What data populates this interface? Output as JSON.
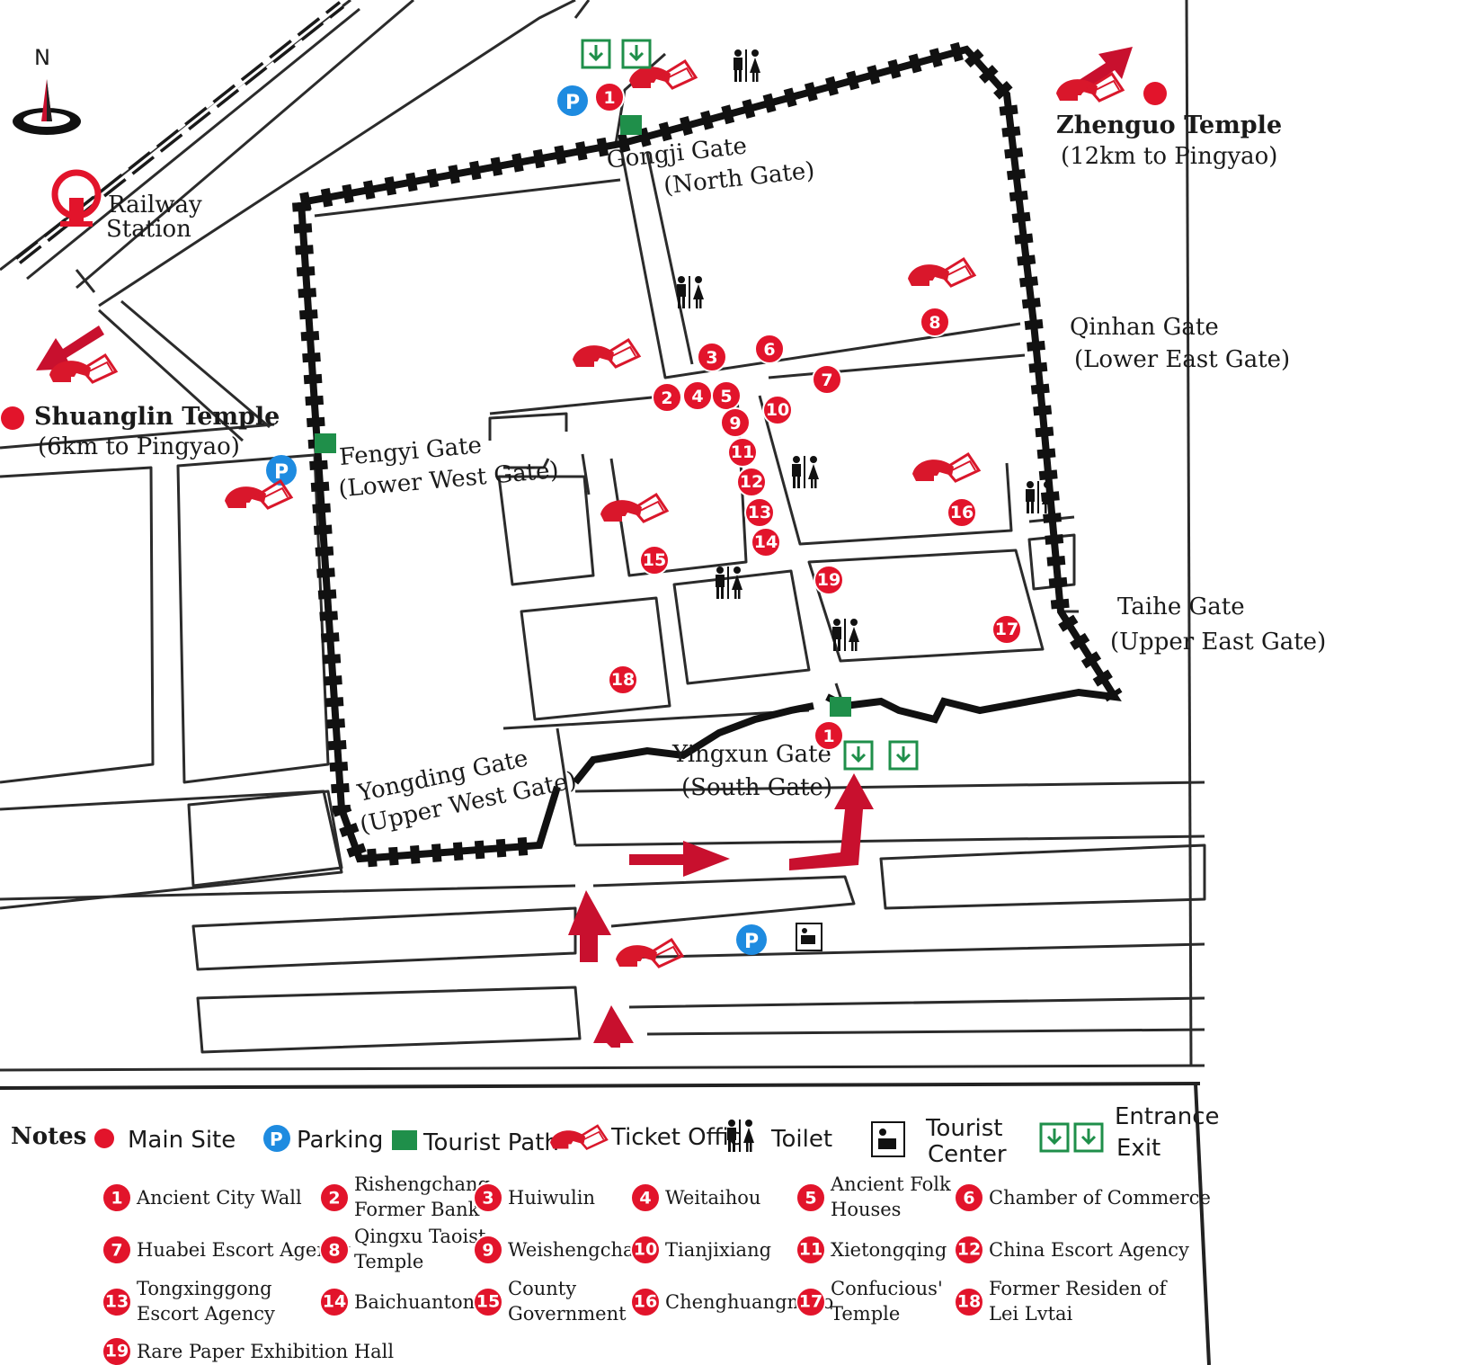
{
  "compass": {
    "north_label": "N"
  },
  "places": {
    "railway_station": [
      "Railway",
      "Station"
    ],
    "zhenguo": {
      "name": "Zhenguo Temple",
      "distance": "(12km to Pingyao)"
    },
    "shuanglin": {
      "name": "Shuanglin Temple",
      "distance": "(6km to Pingyao)"
    }
  },
  "gates": {
    "gongji": [
      "Gongji Gate",
      "(North Gate)"
    ],
    "qinhan": [
      "Qinhan Gate",
      "(Lower East Gate)"
    ],
    "fengyi": [
      "Fengyi Gate",
      "(Lower West Gate)"
    ],
    "taihe": [
      "Taihe Gate",
      "(Upper East Gate)"
    ],
    "yongding": [
      "Yongding Gate",
      "(Upper West Gate)"
    ],
    "yingxun": [
      "Yingxun Gate",
      "(South Gate)"
    ]
  },
  "icons": {
    "parking": "P",
    "main_site_color": "#e2142b",
    "path_color": "#1f8f4a",
    "ticket_color": "#d9172b",
    "arrow_color": "#c8102e"
  },
  "site_markers": [
    "1",
    "1",
    "2",
    "3",
    "4",
    "5",
    "6",
    "7",
    "8",
    "9",
    "10",
    "11",
    "12",
    "13",
    "14",
    "15",
    "16",
    "17",
    "18",
    "19"
  ],
  "legend": {
    "title": "Notes",
    "main_site": "Main Site",
    "parking": "Parking",
    "tourist_path": "Tourist Path",
    "ticket_office": "Ticket Offic",
    "toilet": "Toilet",
    "tourist_center": [
      "Tourist",
      "Center"
    ],
    "entrance_exit": [
      "Entrance",
      "Exit"
    ],
    "items": [
      {
        "num": "1",
        "lines": [
          "Ancient City Wall"
        ]
      },
      {
        "num": "2",
        "lines": [
          "Rishengchang",
          "Former Bank"
        ]
      },
      {
        "num": "3",
        "lines": [
          "Huiwulin"
        ]
      },
      {
        "num": "4",
        "lines": [
          "Weitaihou"
        ]
      },
      {
        "num": "5",
        "lines": [
          "Ancient Folk",
          "Houses"
        ]
      },
      {
        "num": "6",
        "lines": [
          "Chamber of Commerce"
        ]
      },
      {
        "num": "7",
        "lines": [
          "Huabei Escort Agency"
        ]
      },
      {
        "num": "8",
        "lines": [
          "Qingxu Taoist",
          "Temple"
        ]
      },
      {
        "num": "9",
        "lines": [
          "Weishengchang"
        ]
      },
      {
        "num": "10",
        "lines": [
          "Tianjixiang"
        ]
      },
      {
        "num": "11",
        "lines": [
          "Xietongqing"
        ]
      },
      {
        "num": "12",
        "lines": [
          "China Escort Agency"
        ]
      },
      {
        "num": "13",
        "lines": [
          "Tongxinggong",
          "Escort Agency"
        ]
      },
      {
        "num": "14",
        "lines": [
          "Baichuantong"
        ]
      },
      {
        "num": "15",
        "lines": [
          "County",
          "Government"
        ]
      },
      {
        "num": "16",
        "lines": [
          "Chenghuangmiao"
        ]
      },
      {
        "num": "17",
        "lines": [
          "Confucious'",
          "Temple"
        ]
      },
      {
        "num": "18",
        "lines": [
          "Former Residen of",
          "Lei Lvtai"
        ]
      },
      {
        "num": "19",
        "lines": [
          "Rare Paper Exhibition Hall"
        ]
      }
    ]
  }
}
